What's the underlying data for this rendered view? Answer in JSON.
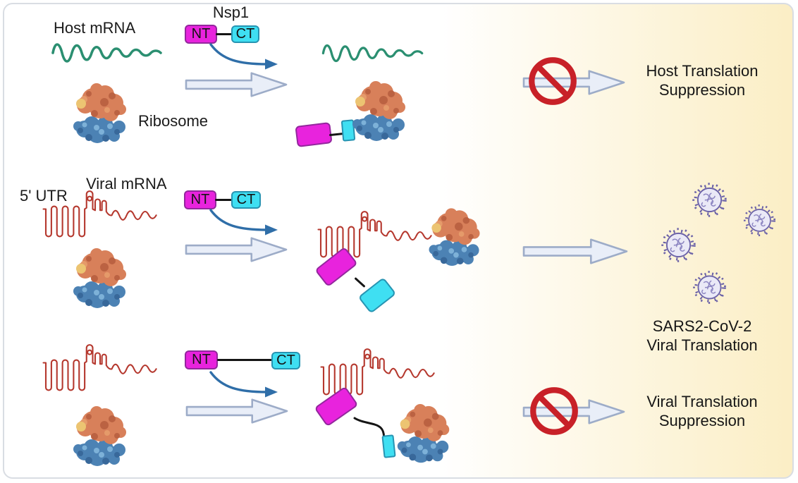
{
  "figure": {
    "nsp1_label": "Nsp1",
    "domains": {
      "nt": "NT",
      "ct": "CT"
    },
    "row1": {
      "mrna_label": "Host mRNA",
      "ribosome_label": "Ribosome",
      "outcome": [
        "Host Translation",
        "Suppression"
      ]
    },
    "row2": {
      "utr_label": "5' UTR",
      "mrna_label": "Viral mRNA",
      "outcome": [
        "SARS2-CoV-2",
        "Viral Translation"
      ]
    },
    "row3": {
      "outcome": [
        "Viral Translation",
        "Suppression"
      ]
    },
    "colors": {
      "nt_fill": "#e823dd",
      "nt_border": "#93279d",
      "ct_fill": "#3fdff2",
      "ct_border": "#2794b2",
      "host_mrna": "#2b8f71",
      "viral_mrna": "#b5382e",
      "arrow_fill": "#e9eef8",
      "arrow_border": "#9dacc8",
      "curve_arrow": "#2f6ea8",
      "no_sign": "#c82128",
      "virus_outline": "#6b62a8",
      "virus_fill": "#eae9f7",
      "linker": "#151515",
      "ribosome_large_subunit": "#d8805a",
      "ribosome_small_subunit": "#4c82b4",
      "background_right": "#fbeec5"
    }
  }
}
